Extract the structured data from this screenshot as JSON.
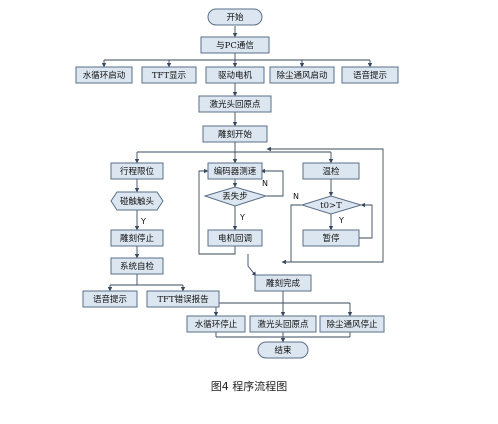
{
  "nodes": {
    "start": "开始",
    "pc_comm": "与PC通信",
    "water_start": "水循环启动",
    "tft_display": "TFT显示",
    "drive_motor": "驱动电机",
    "dust_start": "除尘通风启动",
    "voice_prompt_top": "语音提示",
    "laser_home_top": "激光头回原点",
    "engrave_start": "雕刻开始",
    "travel_limit": "行程限位",
    "encoder_speed": "编码器测速",
    "temp_check": "温检",
    "touch_head": "碰触触头",
    "lose_step": "丢失步",
    "t_gt_T": "t0>T",
    "engrave_stop": "雕刻停止",
    "motor_return": "电机回调",
    "pause": "暂停",
    "self_check": "系统自检",
    "voice_prompt_bottom": "语音提示",
    "tft_error": "TFT错误报告",
    "engrave_done": "雕刻完成",
    "water_stop": "水循环停止",
    "laser_home_bottom": "激光头回原点",
    "dust_stop": "除尘通风停止",
    "end": "结束"
  },
  "edge_labels": {
    "touch_yes": "Y",
    "lose_yes": "Y",
    "lose_no": "N",
    "t_yes": "Y",
    "t_no": "N"
  },
  "caption": "图4 程序流程图"
}
